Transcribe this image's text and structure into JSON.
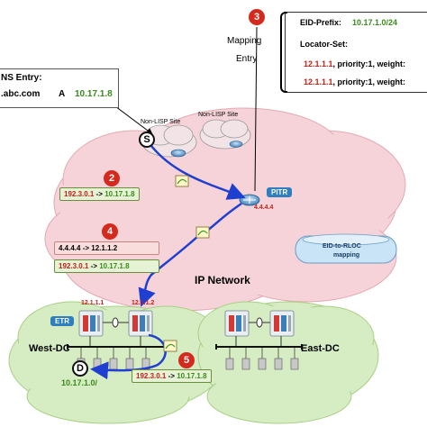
{
  "colors": {
    "cloud_pink": "#f6d3d8",
    "cloud_green": "#d6ecc2",
    "arrow_blue": "#1f3fd1",
    "badge_red": "#d42a1e",
    "eid_green": "#3a8a1d",
    "rloc_red": "#c0221a"
  },
  "dns_entry": {
    "title": "NS Entry:",
    "host": ".abc.com",
    "record_type": "A",
    "address": "10.17.1.8"
  },
  "mapping_entry": {
    "step": "3",
    "label_line1": "Mapping",
    "label_line2": "Entry",
    "eid_prefix_label": "EID-Prefix:",
    "eid_prefix_value": "10.17.1.0/24",
    "locator_set_label": "Locator-Set:",
    "locators": [
      {
        "rloc": "12.1.1.1",
        "text": ", priority:1, weight:"
      },
      {
        "rloc": "12.1.1.1",
        "text": ", priority:1, weight:"
      }
    ]
  },
  "sites": {
    "non_lisp_left": "Non-LISP Site",
    "non_lisp_right": "Non-LISP Site",
    "source_marker": "S",
    "destination_marker": "D"
  },
  "steps": {
    "two": {
      "number": "2",
      "src": "192.3.0.1",
      "arrow": "->",
      "dst": "10.17.1.8"
    },
    "four": {
      "number": "4",
      "outer_src": "4.4.4.4",
      "outer_dst": "12.1.1.2",
      "inner_src": "192.3.0.1",
      "inner_dst": "10.17.1.8",
      "arrow": "->"
    },
    "five": {
      "number": "5",
      "src": "192.3.0.1",
      "arrow": "->",
      "dst": "10.17.1.8"
    }
  },
  "pitr": {
    "label": "PITR",
    "address": "4.4.4.4"
  },
  "mapping_db": {
    "line1": "EID-to-RLOC",
    "line2": "mapping"
  },
  "network": {
    "label": "IP Network"
  },
  "west_dc": {
    "label": "West-DC",
    "etr_label": "ETR",
    "rloc1": "12.1.1.1",
    "rloc2": "12.1.1.2",
    "eid_prefix": "10.17.1.0/"
  },
  "east_dc": {
    "label": "East-DC"
  }
}
